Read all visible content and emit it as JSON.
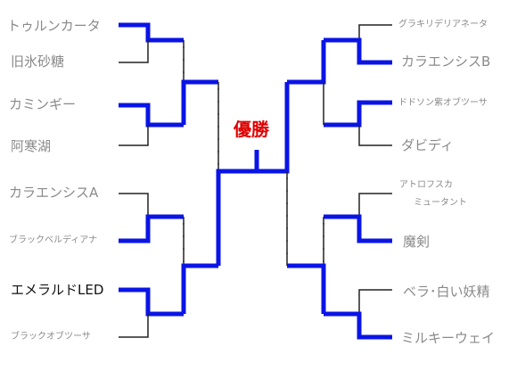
{
  "title": "優勝",
  "colors": {
    "win": "#0a14e6",
    "line": "#222222",
    "title": "#e00000",
    "text": "#8a8a8a",
    "highlight": "#111111"
  },
  "left": [
    {
      "name": "トゥルンカータ"
    },
    {
      "name": "旧氷砂糖"
    },
    {
      "name": "カミンギー"
    },
    {
      "name": "阿寒湖"
    },
    {
      "name": "カラエンシスA"
    },
    {
      "name": "ブラックベルディアナ"
    },
    {
      "name": "エメラルドLED"
    },
    {
      "name": "ブラックオブツーサ"
    }
  ],
  "right": [
    {
      "name": "グラキリデリアネータ"
    },
    {
      "name": "カラエンシスB"
    },
    {
      "name": "ドドソン紫オブツーサ"
    },
    {
      "name": "ダビディ"
    },
    {
      "name": "アトロフスカ"
    },
    {
      "name": "ミュータント"
    },
    {
      "name": "魔剣"
    },
    {
      "name": "ベラ･白い妖精"
    },
    {
      "name": "ミルキーウェイ"
    }
  ]
}
